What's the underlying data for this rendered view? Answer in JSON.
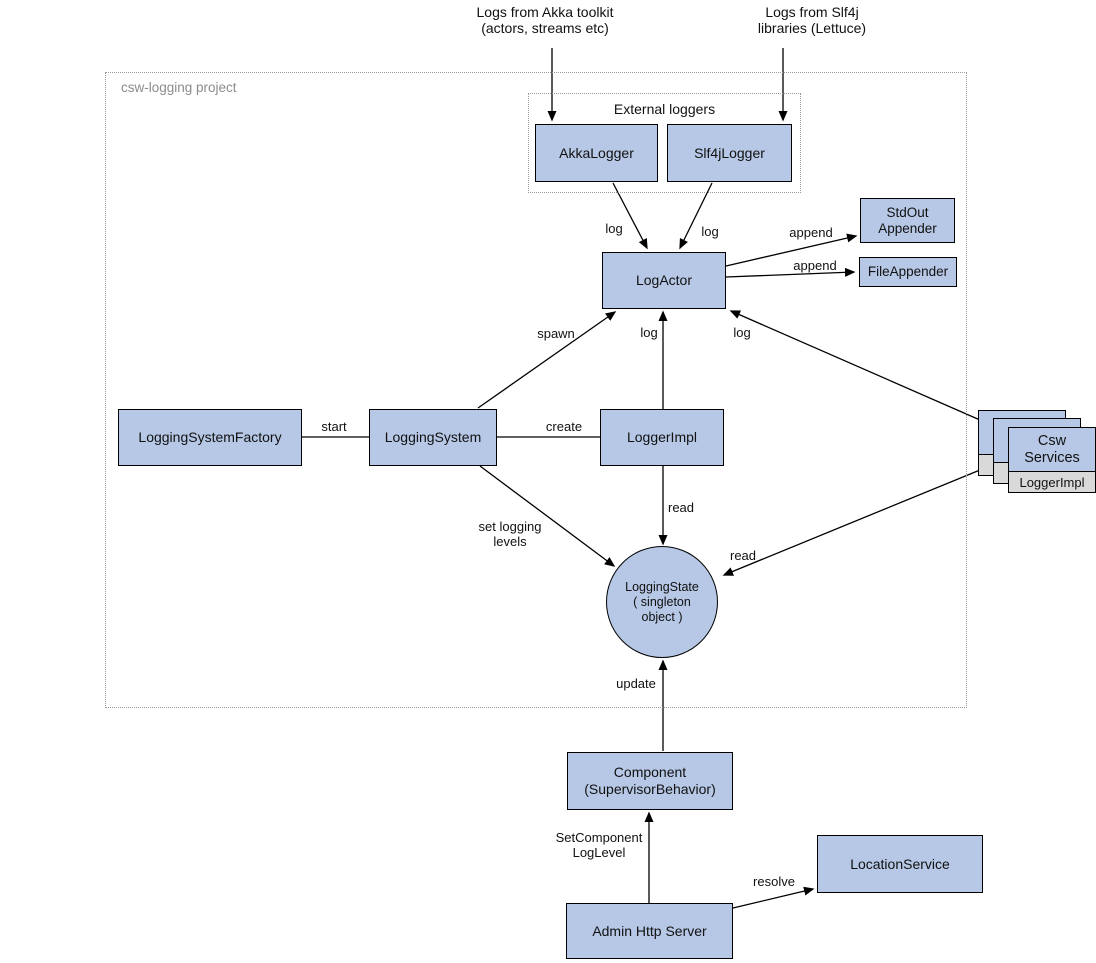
{
  "diagram": {
    "notes": {
      "akka": "Logs from Akka toolkit\n(actors, streams etc)",
      "slf4j": "Logs from Slf4j\nlibraries (Lettuce)"
    },
    "containers": {
      "project_label": "csw-logging project",
      "external_label": "External loggers"
    },
    "nodes": {
      "akka_logger": "AkkaLogger",
      "slf4j_logger": "Slf4jLogger",
      "log_actor": "LogActor",
      "stdout_appender": "StdOut\nAppender",
      "file_appender": "FileAppender",
      "logging_system_factory": "LoggingSystemFactory",
      "logging_system": "LoggingSystem",
      "logger_impl": "LoggerImpl",
      "csw_services": "Csw\nServices",
      "csw_logger_impl": "LoggerImpl",
      "logging_state": "LoggingState\n( singleton\nobject )",
      "component": "Component\n(SupervisorBehavior)",
      "admin_http_server": "Admin Http Server",
      "location_service": "LocationService"
    },
    "edge_labels": {
      "log_akka": "log",
      "log_slf4j": "log",
      "append_stdout": "append",
      "append_file": "append",
      "spawn": "spawn",
      "log_impl": "log",
      "log_csw": "log",
      "start": "start",
      "create": "create",
      "set_logging_levels": "set logging\nlevels",
      "read_impl": "read",
      "read_csw": "read",
      "update": "update",
      "set_component_log_level": "SetComponent\nLogLevel",
      "resolve": "resolve"
    },
    "colors": {
      "node_fill": "#b6c8e6",
      "node_border": "#000000",
      "stack_strip_fill": "#d9d9d9",
      "dashed_border": "#999999",
      "container_label_text": "#8c8c8c",
      "text": "#111111"
    }
  }
}
